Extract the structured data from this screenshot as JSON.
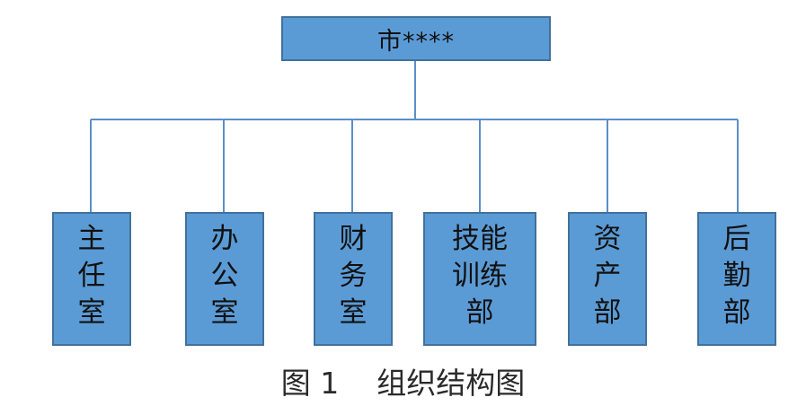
{
  "root": {
    "label": "市****"
  },
  "children": [
    {
      "label": "主\n任\n室"
    },
    {
      "label": "办\n公\n室"
    },
    {
      "label": "财\n务\n室"
    },
    {
      "label": "技能\n训练\n部"
    },
    {
      "label": "资\n产\n部"
    },
    {
      "label": "后\n勤\n部"
    }
  ],
  "caption": "图 1    组织结构图",
  "colors": {
    "box_fill": "#5b9bd5",
    "box_border": "#41719c",
    "connector": "#5b8fc9"
  }
}
